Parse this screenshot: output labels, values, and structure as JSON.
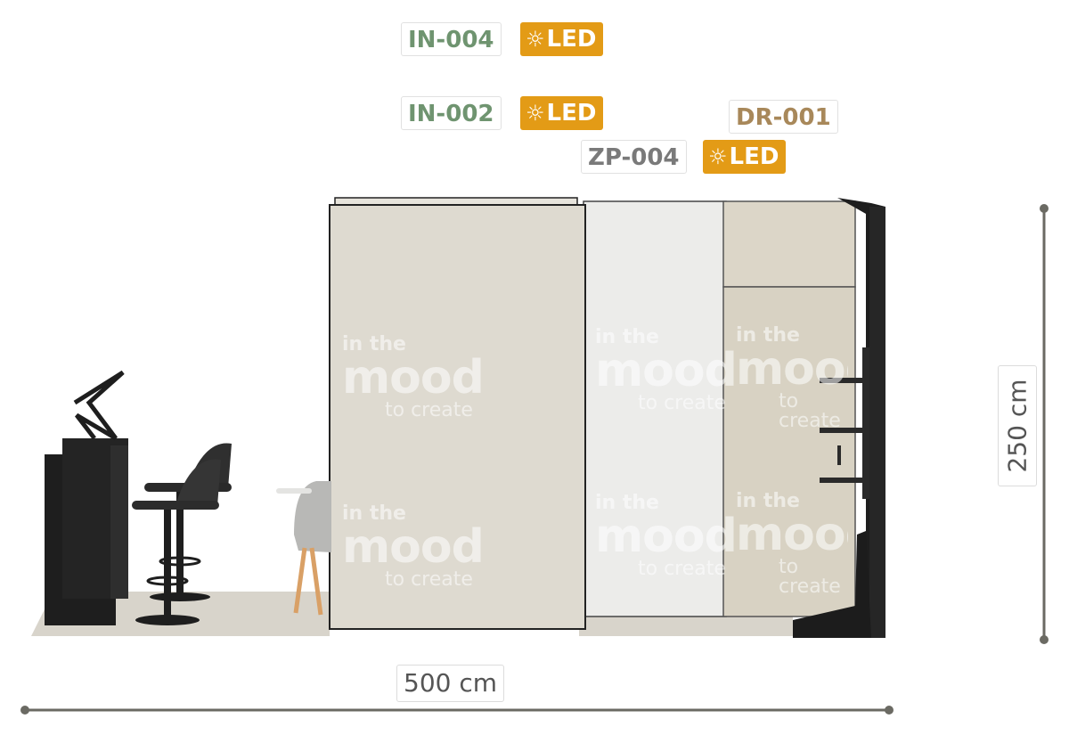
{
  "labels": [
    {
      "id": "IN-004",
      "color": "#6f9470",
      "led": true
    },
    {
      "id": "IN-002",
      "color": "#6f9470",
      "led": true
    },
    {
      "id": "DR-001",
      "color": "#a8885a",
      "led": false
    },
    {
      "id": "ZP-004",
      "color": "#7a7a7a",
      "led": true
    }
  ],
  "led_text": "LED",
  "led_icon": "sun-icon",
  "led_color": "#e39b16",
  "dimensions": {
    "width": "500 cm",
    "height": "250 cm"
  },
  "wall_logo": {
    "line1": "in the",
    "line2": "mood",
    "line3": "to create"
  }
}
